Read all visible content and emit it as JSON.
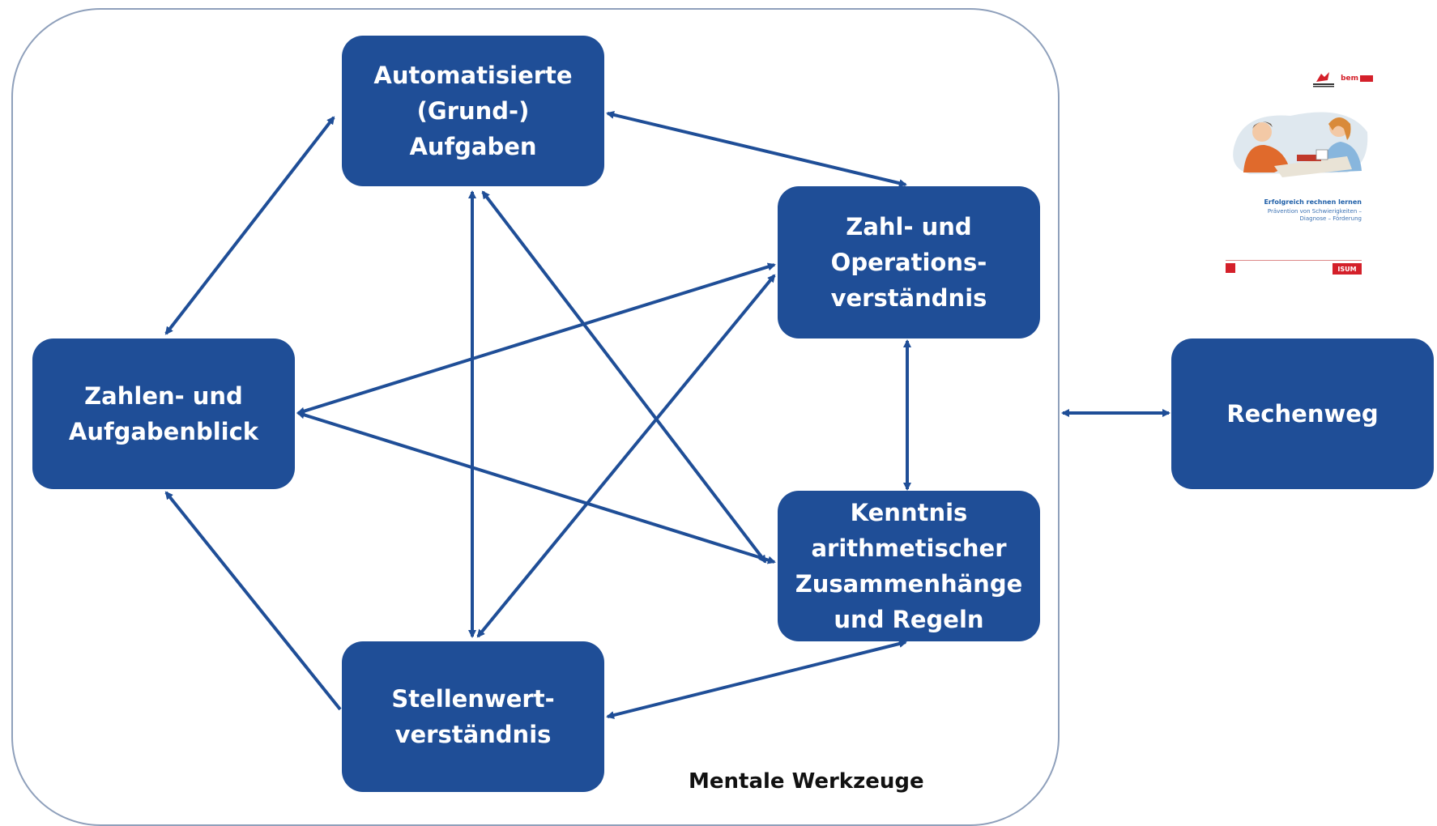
{
  "diagram": {
    "frame_label": "Mentale Werkzeuge",
    "nodes": {
      "automatisierte": "Automatisierte\n(Grund-) Aufgaben",
      "zahl_operation": "Zahl- und\nOperations-\nverständnis",
      "zahlenblick": "Zahlen- und\nAufgabenblick",
      "kenntnis": "Kenntnis\narithmetischer\nZusammenhänge\nund Regeln",
      "stellenwert": "Stellenwert-\nverständnis",
      "rechenweg": "Rechenweg"
    },
    "colors": {
      "node_fill": "#1f4e97",
      "arrow": "#1f4e97",
      "frame": "#8fa0bb"
    },
    "connections": [
      {
        "from": "automatisierte",
        "to": "zahlenblick",
        "direction": "both"
      },
      {
        "from": "automatisierte",
        "to": "zahl_operation",
        "direction": "both"
      },
      {
        "from": "automatisierte",
        "to": "stellenwert",
        "direction": "both"
      },
      {
        "from": "automatisierte",
        "to": "kenntnis",
        "direction": "both"
      },
      {
        "from": "zahlenblick",
        "to": "zahl_operation",
        "direction": "both"
      },
      {
        "from": "zahlenblick",
        "to": "kenntnis",
        "direction": "both"
      },
      {
        "from": "stellenwert",
        "to": "zahlenblick",
        "direction": "to"
      },
      {
        "from": "stellenwert",
        "to": "zahl_operation",
        "direction": "both"
      },
      {
        "from": "zahl_operation",
        "to": "kenntnis",
        "direction": "both"
      },
      {
        "from": "kenntnis",
        "to": "stellenwert",
        "direction": "both"
      },
      {
        "from": "mentale_werkzeuge",
        "to": "rechenweg",
        "direction": "both"
      }
    ]
  },
  "thumbnail": {
    "logo_b": "bem",
    "title": "Erfolgreich rechnen lernen",
    "subtitle": "Prävention von Schwierigkeiten –\nDiagnose – Förderung",
    "badge": "ISUM"
  }
}
